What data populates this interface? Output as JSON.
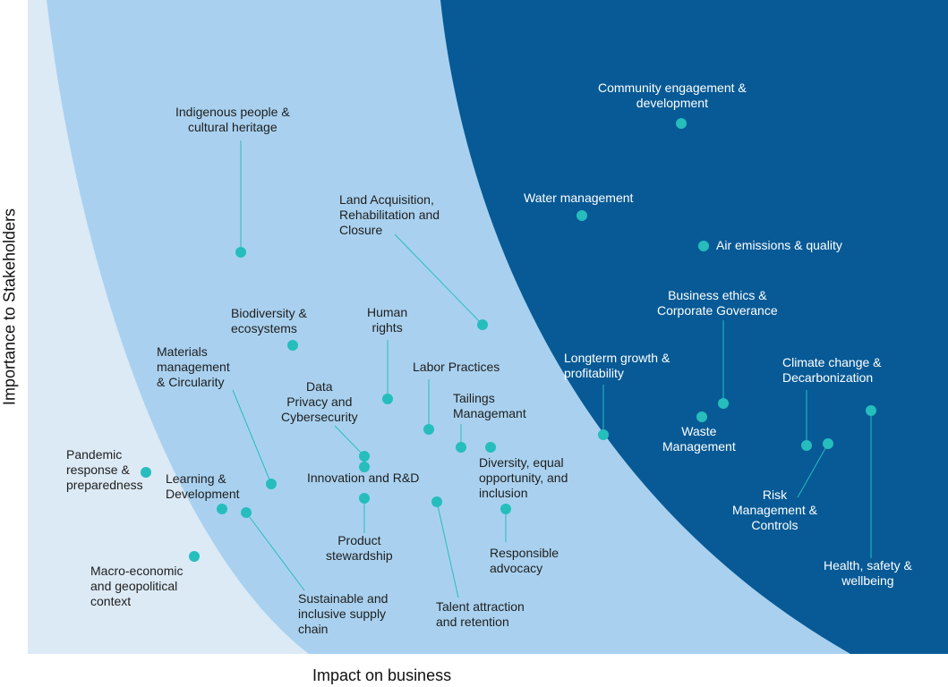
{
  "chart_data": {
    "type": "scatter",
    "xlabel": "Impact on business",
    "ylabel": "Importance to Stakeholders",
    "colors": {
      "zone_low": "#dceaf6",
      "zone_mid": "#a9d1ef",
      "zone_high": "#075a96",
      "point": "#26bdbd",
      "leader": "#26bdbd"
    },
    "points": [
      {
        "label": "Community engagement &\ndevelopment",
        "zone": "high"
      },
      {
        "label": "Water management",
        "zone": "high"
      },
      {
        "label": "Air emissions & quality",
        "zone": "high"
      },
      {
        "label": "Business ethics &\nCorporate Goverance",
        "zone": "high"
      },
      {
        "label": "Longterm growth &\nprofitability",
        "zone": "high"
      },
      {
        "label": "Climate change &\nDecarbonization",
        "zone": "high"
      },
      {
        "label": "Waste\nManagement",
        "zone": "high"
      },
      {
        "label": "Risk\nManagement &\nControls",
        "zone": "high"
      },
      {
        "label": "Health, safety &\nwellbeing",
        "zone": "high"
      },
      {
        "label": "Indigenous people &\ncultural heritage",
        "zone": "mid"
      },
      {
        "label": "Land Acquisition,\nRehabilitation and\nClosure",
        "zone": "mid"
      },
      {
        "label": "Biodiversity &\necosystems",
        "zone": "mid"
      },
      {
        "label": "Human\nrights",
        "zone": "mid"
      },
      {
        "label": "Materials\nmanagement\n& Circularity",
        "zone": "mid"
      },
      {
        "label": "Labor Practices",
        "zone": "mid"
      },
      {
        "label": "Data\nPrivacy and\nCybersecurity",
        "zone": "mid"
      },
      {
        "label": "Tailings\nManagemant",
        "zone": "mid"
      },
      {
        "label": "Diversity, equal\nopportunity, and\ninclusion",
        "zone": "mid"
      },
      {
        "label": "Innovation and R&D",
        "zone": "mid"
      },
      {
        "label": "Learning &\nDevelopment",
        "zone": "mid"
      },
      {
        "label": "Product\nstewardship",
        "zone": "mid"
      },
      {
        "label": "Responsible\nadvocacy",
        "zone": "mid"
      },
      {
        "label": "Talent attraction\nand retention",
        "zone": "mid"
      },
      {
        "label": "Sustainable and\ninclusive supply\nchain",
        "zone": "mid"
      },
      {
        "label": "Pandemic\nresponse &\npreparedness",
        "zone": "low"
      },
      {
        "label": "Macro-economic\nand geopolitical\ncontext",
        "zone": "low"
      }
    ]
  }
}
